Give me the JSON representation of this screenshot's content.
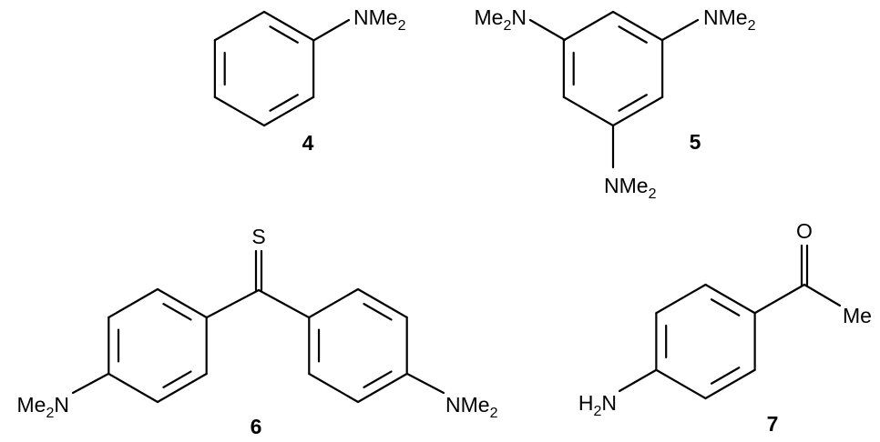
{
  "compounds": [
    {
      "label": "4",
      "groups": {
        "n1": {
          "main": "NMe",
          "sub": "2"
        }
      }
    },
    {
      "label": "5",
      "groups": {
        "n_left": {
          "pre": "Me",
          "sub": "2",
          "post": "N"
        },
        "n_right": {
          "main": "NMe",
          "sub": "2"
        },
        "n_bottom": {
          "main": "NMe",
          "sub": "2"
        }
      }
    },
    {
      "label": "6",
      "groups": {
        "s": "S",
        "n_left": {
          "pre": "Me",
          "sub": "2",
          "post": "N"
        },
        "n_right": {
          "main": "NMe",
          "sub": "2"
        }
      }
    },
    {
      "label": "7",
      "groups": {
        "o": "O",
        "me": "Me",
        "nh2": {
          "pre": "H",
          "sub": "2",
          "post": "N"
        }
      }
    }
  ]
}
